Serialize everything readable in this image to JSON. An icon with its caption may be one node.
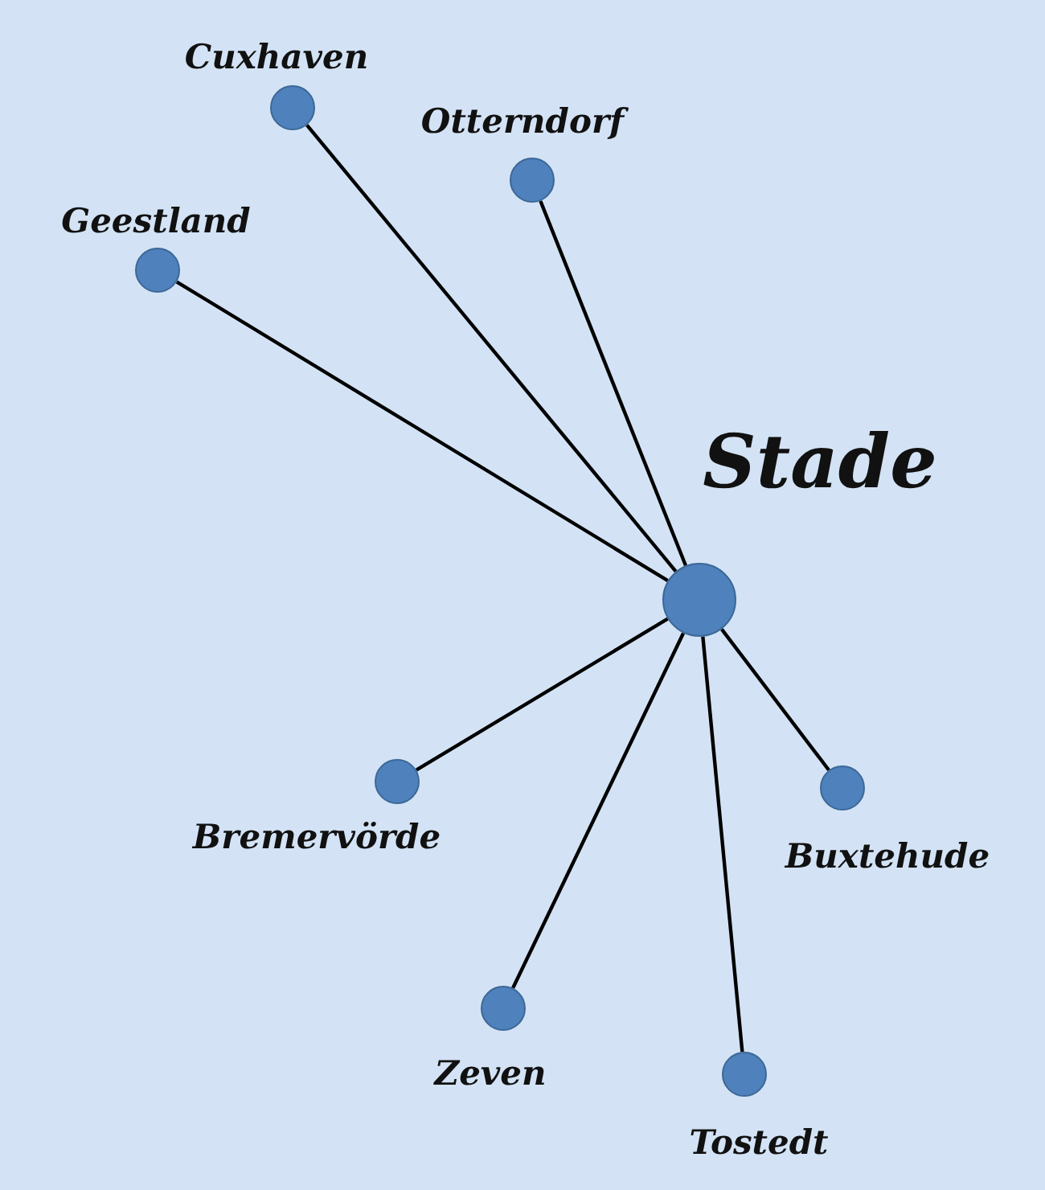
{
  "diagram": {
    "nodes": [
      {
        "text": [],
        "shape": "circle",
        "beside": [
          "Cuxhaven"
        ]
      },
      {
        "text": [],
        "shape": "circle",
        "beside": [
          "Otterndorf"
        ]
      },
      {
        "text": [],
        "shape": "circle",
        "beside": [
          "Geestland"
        ]
      },
      {
        "text": [],
        "shape": "circle",
        "beside": [
          "Stade"
        ]
      },
      {
        "text": [],
        "shape": "circle",
        "beside": [
          "Bremervörde"
        ]
      },
      {
        "text": [],
        "shape": "circle",
        "beside": [
          "Buxtehude"
        ]
      },
      {
        "text": [],
        "shape": "circle",
        "beside": [
          "Zeven"
        ]
      },
      {
        "text": [],
        "shape": "circle",
        "beside": [
          "Tostedt"
        ]
      }
    ],
    "edges": [
      {
        "from": 3,
        "to": 0,
        "arrow": "none"
      },
      {
        "from": 3,
        "to": 1,
        "arrow": "none"
      },
      {
        "from": 3,
        "to": 2,
        "arrow": "none"
      },
      {
        "from": 3,
        "to": 4,
        "arrow": "none"
      },
      {
        "from": 3,
        "to": 5,
        "arrow": "none"
      },
      {
        "from": 3,
        "to": 6,
        "arrow": "none"
      },
      {
        "from": 3,
        "to": 7,
        "arrow": "none"
      }
    ]
  }
}
